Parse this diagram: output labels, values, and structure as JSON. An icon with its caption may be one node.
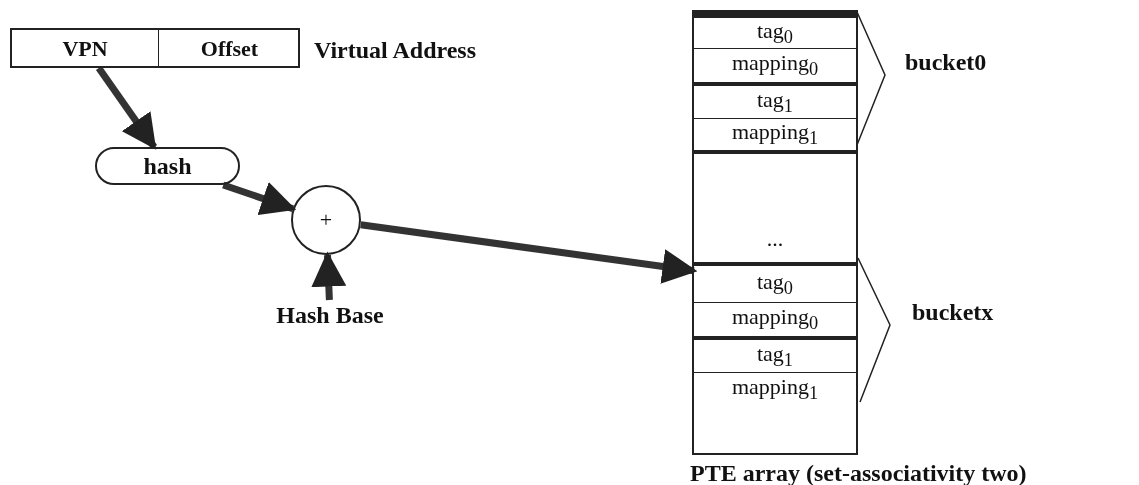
{
  "diagram": {
    "nodes": [
      {
        "text": [
          "Virtual Address"
        ]
      },
      {
        "text": [
          "VPN"
        ],
        "in": 0
      },
      {
        "text": [
          "Offset"
        ],
        "in": 0
      },
      {
        "text": [
          "hash"
        ]
      },
      {
        "text": [
          "+"
        ]
      },
      {
        "text": [
          "Hash Base"
        ]
      },
      {
        "text": [
          "PTE array (set-associativity two)"
        ]
      },
      {
        "text": [
          "tag$_{0}$"
        ],
        "in": 6
      },
      {
        "text": [
          "mapping$_{0}$"
        ],
        "in": 6
      },
      {
        "text": [
          "tag$_{1}$"
        ],
        "in": 6
      },
      {
        "text": [
          "mapping$_{1}$"
        ],
        "in": 6
      },
      {
        "text": [
          "..."
        ],
        "in": 6
      },
      {
        "text": [
          "tag$_{0}$"
        ],
        "in": 6
      },
      {
        "text": [
          "mapping$_{0}$"
        ],
        "in": 6
      },
      {
        "text": [
          "tag$_{1}$"
        ],
        "in": 6
      },
      {
        "text": [
          "mapping$_{1}$"
        ],
        "in": 6
      }
    ],
    "edges": [
      {
        "from": 1,
        "to": 3,
        "arrow": "to"
      },
      {
        "from": 3,
        "to": 4,
        "arrow": "to"
      },
      {
        "from": 5,
        "to": 4,
        "arrow": "to"
      },
      {
        "from": 4,
        "to": 12,
        "arrow": "to"
      }
    ],
    "labels": [
      "bucket0",
      "bucketx"
    ]
  }
}
